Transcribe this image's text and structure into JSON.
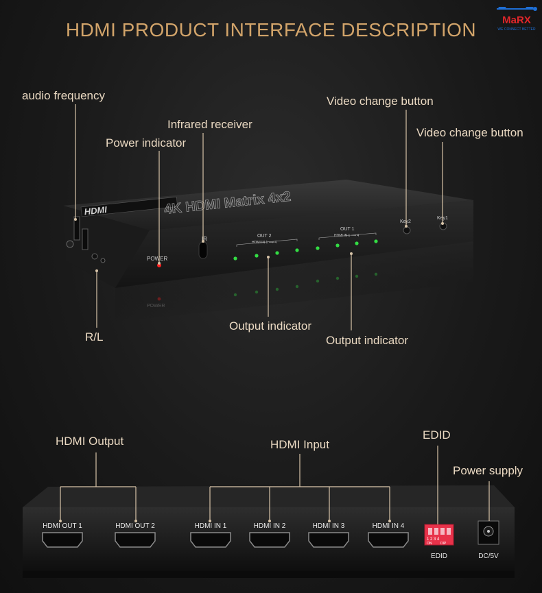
{
  "title": "HDMI PRODUCT INTERFACE DESCRIPTION",
  "logo": {
    "brand": "MaRX",
    "tagline": "WE CONNECT BETTER",
    "accent": "#1e6fd6",
    "brand_color": "#e0262a"
  },
  "front_labels": {
    "audio": "audio frequency",
    "infrared": "Infrared receiver",
    "power_ind": "Power indicator",
    "video_btn_1": "Video change button",
    "video_btn_2": "Video change button",
    "rl": "R/L",
    "output_ind_1": "Output indicator",
    "output_ind_2": "Output indicator"
  },
  "front_device": {
    "brand_mark": "HDMI",
    "model": "4K HDMI Matrix 4x2",
    "power": "POWER",
    "ir": "IR",
    "out2": "OUT 2",
    "out2_sub": "HDMI IN 1 ⟶ 4",
    "out1": "OUT 1",
    "out1_sub": "HDMI IN 1 ⟶ 4",
    "key2": "Key2",
    "key1": "Key1",
    "reflection_power": "POWER",
    "led_color": "#33dd44",
    "power_led_color": "#ff2020"
  },
  "back_labels": {
    "hdmi_output": "HDMI Output",
    "hdmi_input": "HDMI Input",
    "edid": "EDID",
    "power_supply": "Power supply"
  },
  "back_device": {
    "ports": [
      "HDMI OUT 1",
      "HDMI OUT 2",
      "HDMI IN 1",
      "HDMI IN 2",
      "HDMI IN 3",
      "HDMI IN 4"
    ],
    "dip_numbers": "1 2 3 4",
    "dip_on": "ON",
    "dip_text": "DIP",
    "edid_label": "EDID",
    "dc_label": "DC/5V",
    "dip_color": "#e8324a"
  },
  "line_color": "#d8c4a8"
}
